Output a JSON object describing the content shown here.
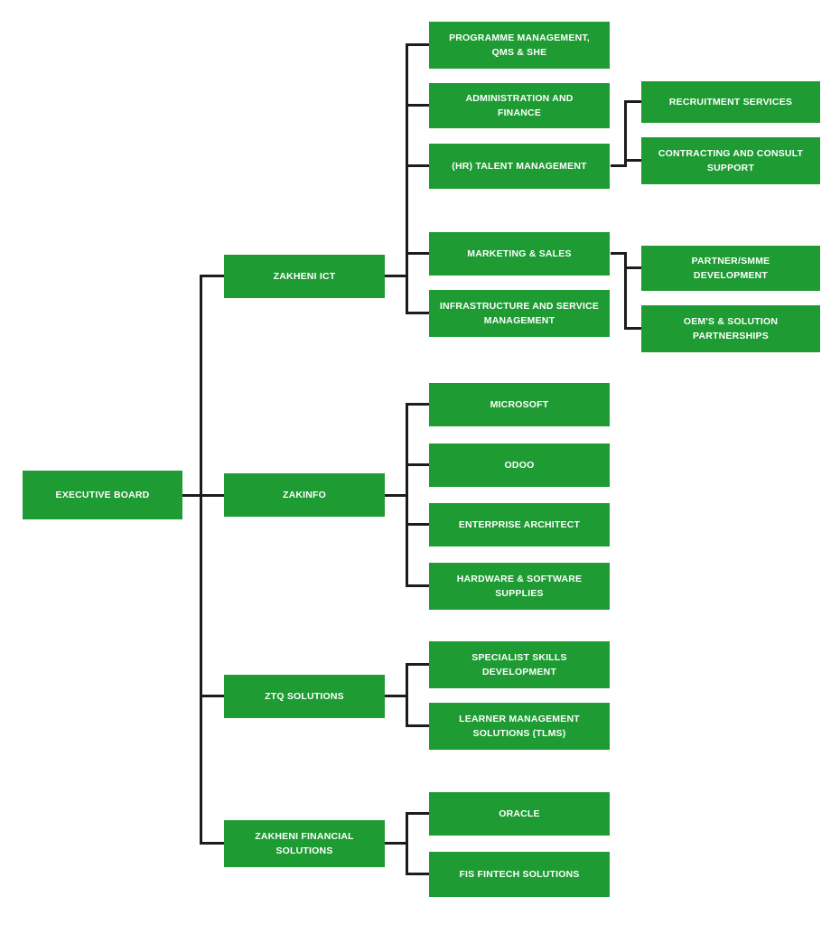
{
  "org": {
    "colors": {
      "box": "#1e9b32",
      "text": "#ffffff",
      "line": "#1c1c1c",
      "background": "#ffffff"
    },
    "root": {
      "label": "EXECUTIVE BOARD"
    },
    "divisions": [
      {
        "label": "ZAKHENI ICT",
        "children": [
          {
            "label": "PROGRAMME MANAGEMENT,\nQMS & SHE"
          },
          {
            "label": "ADMINISTRATION AND\nFINANCE"
          },
          {
            "label": "(HR) TALENT MANAGEMENT",
            "children": [
              {
                "label": "RECRUITMENT SERVICES"
              },
              {
                "label": "CONTRACTING AND CONSULT\nSUPPORT"
              }
            ]
          },
          {
            "label": "MARKETING & SALES",
            "children": [
              {
                "label": "PARTNER/SMME\nDEVELOPMENT"
              },
              {
                "label": "OEM'S & SOLUTION\nPARTNERSHIPS"
              }
            ]
          },
          {
            "label": "INFRASTRUCTURE AND SERVICE\nMANAGEMENT"
          }
        ]
      },
      {
        "label": "ZAKINFO",
        "children": [
          {
            "label": "MICROSOFT"
          },
          {
            "label": "ODOO"
          },
          {
            "label": "ENTERPRISE ARCHITECT"
          },
          {
            "label": "HARDWARE & SOFTWARE\nSUPPLIES"
          }
        ]
      },
      {
        "label": "ZTQ SOLUTIONS",
        "children": [
          {
            "label": "SPECIALIST SKILLS\nDEVELOPMENT"
          },
          {
            "label": "LEARNER MANAGEMENT\nSOLUTIONS (TLMS)"
          }
        ]
      },
      {
        "label": "ZAKHENI FINANCIAL\nSOLUTIONS",
        "children": [
          {
            "label": "ORACLE"
          },
          {
            "label": "FIS FINTECH SOLUTIONS"
          }
        ]
      }
    ]
  }
}
